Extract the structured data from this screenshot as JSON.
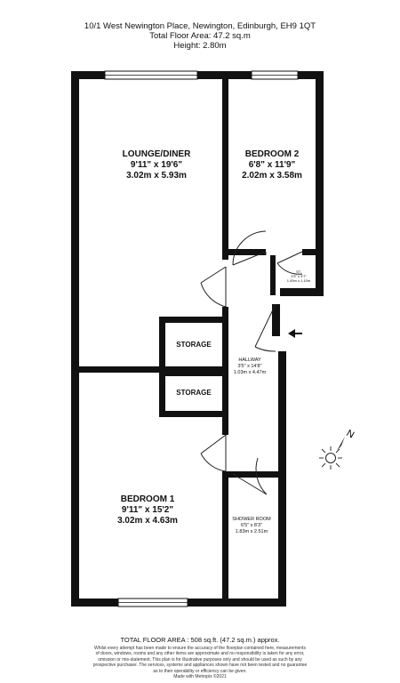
{
  "header": {
    "address": "10/1 West Newington Place, Newington, Edinburgh, EH9 1QT",
    "floor_area": "Total Floor Area: 47.2 sq.m",
    "height": "Height: 2.80m"
  },
  "rooms": {
    "lounge": {
      "name": "LOUNGE/DINER",
      "dim_imperial": "9'11\"  x 19'6\"",
      "dim_metric": "3.02m  x 5.93m"
    },
    "bedroom2": {
      "name": "BEDROOM 2",
      "dim_imperial": "6'8\"  x 11'9\"",
      "dim_metric": "2.02m  x 3.58m"
    },
    "store": {
      "name": "ST.",
      "dim_imperial": "3'3\" x 3'7\"",
      "dim_metric": "1.00m x 1.10m"
    },
    "storage_top": {
      "name": "STORAGE"
    },
    "storage_bottom": {
      "name": "STORAGE"
    },
    "hallway": {
      "name": "HALLWAY",
      "dim_imperial": "3'5\" x 14'8\"",
      "dim_metric": "1.03m  x 4.47m"
    },
    "bedroom1": {
      "name": "BEDROOM 1",
      "dim_imperial": "9'11\"  x 15'2\"",
      "dim_metric": "3.02m  x 4.63m"
    },
    "shower": {
      "name": "SHOWER ROOM",
      "dim_imperial": "6'5\" x 8'3\"",
      "dim_metric": "1.83m  x 2.51m"
    }
  },
  "compass": {
    "label": "N"
  },
  "footer": {
    "total": "TOTAL FLOOR AREA : 508 sq.ft. (47.2 sq.m.) approx.",
    "disclaimer_lines": [
      "Whilst every attempt has been made to ensure the accuracy of the floorplan contained here, measurements",
      "of doors, windows, rooms and any other items are approximate and no responsibility is taken for any error,",
      "omission or mis-statement. This plan is for illustrative purposes only and should be used as such by any",
      "prospective purchaser. The services, systems and appliances shown have not been tested and no guarantee",
      "as to their operability or efficiency can be given.",
      "Made with Metropix ©2021"
    ]
  },
  "colors": {
    "wall": "#111111",
    "window": "#ffffff",
    "line": "#222222"
  }
}
